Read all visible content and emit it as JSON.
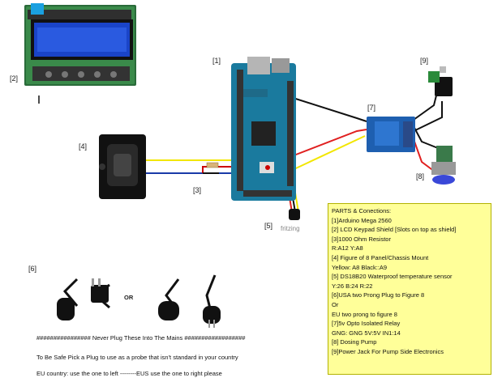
{
  "labels": {
    "l1": "[1]",
    "l2": "[2]",
    "l3": "[3]",
    "l4": "[4]",
    "l5": "[5]",
    "l6": "[6]",
    "l7": "[7]",
    "l8": "[8]",
    "l9": "[9]"
  },
  "fritzing": "fritzing",
  "or_label": "OR",
  "parts_list": {
    "title": "PARTS & Conections:",
    "lines": [
      "[1]Arduino Mega 2560",
      "[2] LCD Keypad Shield [Slots on top as shield]",
      "[3]1000 Ohm Resistor",
      "R:A12    Y:A8",
      "[4] Figure of 8 Panel/Chassis Mount",
      "Yellow: A8          Black::A9",
      "[5] DS18B20 Waterproof temperature sensor",
      "Y:26          B:24        R:22",
      "[6]USA two Prong Plug to Figure 8",
      "      Or",
      "      EU two prong to figure 8",
      "[7]5v Opto Isolated Relay",
      "GNG: GNG          5V:5V             IN1:14",
      "[8] Dosing Pump",
      "[9]Power Jack For Pump Side Electronics"
    ]
  },
  "warnings": {
    "line1": "################ Never Plug These Into The Mains ##################",
    "line2": "To Be Safe Pick a Plug to use as a probe that isn't standard in your country",
    "line3": "EU country:  use the one to left --------EUS use the one to right please"
  },
  "colors": {
    "board": "#1a7a9e",
    "lcd": "#1a44c8",
    "relay": "#1e5fb0",
    "wire_red": "#e02020",
    "wire_black": "#111111",
    "wire_yellow": "#f2e600",
    "wire_blue": "#1a3aa8",
    "notes_bg": "#ffff99"
  }
}
